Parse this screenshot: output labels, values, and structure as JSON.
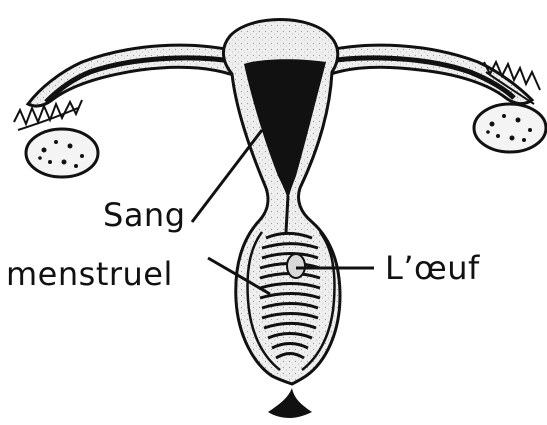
{
  "diagram": {
    "labels": {
      "sang": "Sang",
      "menstruel": "menstruel",
      "oeuf": "L’œuf"
    }
  },
  "colors": {
    "ink": "#111111",
    "tissue_fill": "#ececec",
    "lining_fill": "#111111",
    "ovary_fill": "#f4f4f4",
    "background": "#ffffff"
  }
}
